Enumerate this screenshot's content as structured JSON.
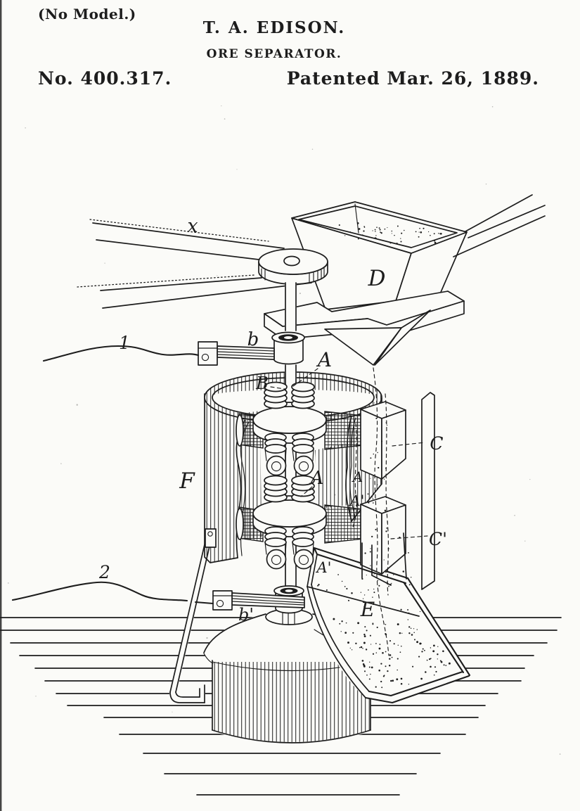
{
  "page": {
    "background": "#fbfbf8",
    "ink": "#1d1d1d"
  },
  "header": {
    "no_model": "(No Model.)",
    "inventor": "T. A. EDISON.",
    "drawing_title": "ORE SEPARATOR.",
    "patent_number": "No. 400.317.",
    "patent_date": "Patented Mar. 26, 1889."
  },
  "figure": {
    "labels": [
      {
        "text": "x",
        "ref": "drive-belt"
      },
      {
        "text": "D",
        "ref": "ore-hopper"
      },
      {
        "text": "1",
        "ref": "upper-lead-wire"
      },
      {
        "text": "b",
        "ref": "upper-brush"
      },
      {
        "text": "A",
        "ref": "upper-magnet-spider"
      },
      {
        "text": "B",
        "ref": "spider-hub"
      },
      {
        "text": "F",
        "ref": "casing-drum"
      },
      {
        "text": "A",
        "ref": "lower-magnet-spider"
      },
      {
        "text": "A",
        "ref": "ore-stream-upper"
      },
      {
        "text": "A'",
        "ref": "ore-stream-lower"
      },
      {
        "text": "C",
        "ref": "upper-chute"
      },
      {
        "text": "C'",
        "ref": "lower-chute"
      },
      {
        "text": "2",
        "ref": "lower-lead-wire"
      },
      {
        "text": "b'",
        "ref": "lower-brush"
      },
      {
        "text": "A'",
        "ref": "lower-spider-coils"
      },
      {
        "text": "E",
        "ref": "collecting-tray"
      }
    ]
  }
}
